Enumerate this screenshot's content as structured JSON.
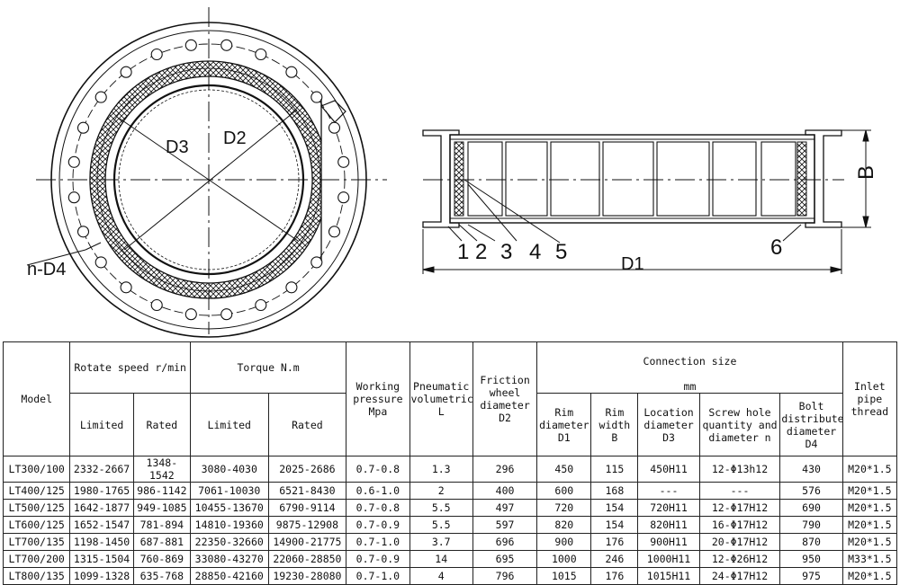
{
  "drawing": {
    "left_view": {
      "label_d3": "D3",
      "label_d2": "D2",
      "label_nd4": "n-D4"
    },
    "right_view": {
      "part_labels": [
        "1",
        "2",
        "3",
        "4",
        "5",
        "6"
      ],
      "label_d1": "D1",
      "label_b": "B"
    }
  },
  "table": {
    "headers": {
      "model": "Model",
      "rotate_speed": "Rotate speed  r/min",
      "torque": "Torque N.m",
      "working_pressure": "Working\npressure\nMpa",
      "pneumatic_volumetric": "Pneumatic\nvolumetric\nL",
      "friction_wheel_diameter": "Friction\nwheel\ndiameter\nD2",
      "connection_size": "Connection size",
      "connection_unit": "mm",
      "inlet_pipe_thread": "Inlet\npipe\nthread",
      "limited": "Limited",
      "rated": "Rated",
      "torque_limited": "Limited",
      "torque_rated": "Rated",
      "rim_diameter": "Rim\ndiameter\nD1",
      "rim_width": "Rim\nwidth\nB",
      "location_diameter": "Location\ndiameter\nD3",
      "screw_hole": "Screw hole\nquantity and\ndiameter n",
      "bolt_distribute": "Bolt\ndistribute\ndiameter\nD4"
    },
    "rows": [
      {
        "model": "LT300/100",
        "speed_limited": "2332-2667",
        "speed_rated": "1348-1542",
        "torque_limited": "3080-4030",
        "torque_rated": "2025-2686",
        "pressure": "0.7-0.8",
        "volumetric": "1.3",
        "d2": "296",
        "d1": "450",
        "b": "115",
        "d3": "450H11",
        "screw": "12-Φ13h12",
        "d4": "430",
        "thread": "M20*1.5"
      },
      {
        "model": "LT400/125",
        "speed_limited": "1980-1765",
        "speed_rated": "986-1142",
        "torque_limited": "7061-10030",
        "torque_rated": "6521-8430",
        "pressure": "0.6-1.0",
        "volumetric": "2",
        "d2": "400",
        "d1": "600",
        "b": "168",
        "d3": "---",
        "screw": "---",
        "d4": "576",
        "thread": "M20*1.5"
      },
      {
        "model": "LT500/125",
        "speed_limited": "1642-1877",
        "speed_rated": "949-1085",
        "torque_limited": "10455-13670",
        "torque_rated": "6790-9114",
        "pressure": "0.7-0.8",
        "volumetric": "5.5",
        "d2": "497",
        "d1": "720",
        "b": "154",
        "d3": "720H11",
        "screw": "12-Φ17H12",
        "d4": "690",
        "thread": "M20*1.5"
      },
      {
        "model": "LT600/125",
        "speed_limited": "1652-1547",
        "speed_rated": "781-894",
        "torque_limited": "14810-19360",
        "torque_rated": "9875-12908",
        "pressure": "0.7-0.9",
        "volumetric": "5.5",
        "d2": "597",
        "d1": "820",
        "b": "154",
        "d3": "820H11",
        "screw": "16-Φ17H12",
        "d4": "790",
        "thread": "M20*1.5"
      },
      {
        "model": "LT700/135",
        "speed_limited": "1198-1450",
        "speed_rated": "687-881",
        "torque_limited": "22350-32660",
        "torque_rated": "14900-21775",
        "pressure": "0.7-1.0",
        "volumetric": "3.7",
        "d2": "696",
        "d1": "900",
        "b": "176",
        "d3": "900H11",
        "screw": "20-Φ17H12",
        "d4": "870",
        "thread": "M20*1.5"
      },
      {
        "model": "LT700/200",
        "speed_limited": "1315-1504",
        "speed_rated": "760-869",
        "torque_limited": "33080-43270",
        "torque_rated": "22060-28850",
        "pressure": "0.7-0.9",
        "volumetric": "14",
        "d2": "695",
        "d1": "1000",
        "b": "246",
        "d3": "1000H11",
        "screw": "12-Φ26H12",
        "d4": "950",
        "thread": "M33*1.5"
      },
      {
        "model": "LT800/135",
        "speed_limited": "1099-1328",
        "speed_rated": "635-768",
        "torque_limited": "28850-42160",
        "torque_rated": "19230-28080",
        "pressure": "0.7-1.0",
        "volumetric": "4",
        "d2": "796",
        "d1": "1015",
        "b": "176",
        "d3": "1015H11",
        "screw": "24-Φ17H12",
        "d4": "975",
        "thread": "M20*1.5"
      }
    ]
  }
}
